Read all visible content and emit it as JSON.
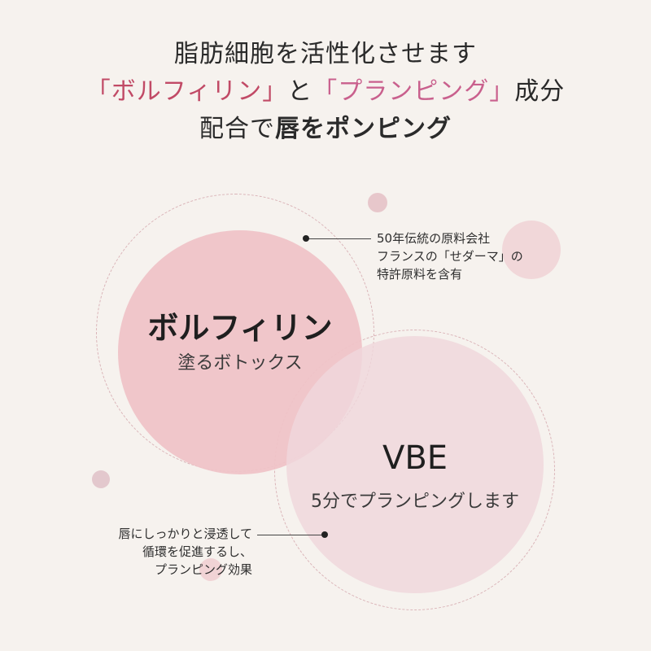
{
  "headline": {
    "line1": "脂肪細胞を活性化させます",
    "line2_part1": "「ボルフィリン」",
    "line2_part2": "と",
    "line2_part3": "「プランピング」",
    "line2_part4": "成分",
    "line3_part1": "配合で",
    "line3_part2": "唇をポンピング"
  },
  "ingredients": [
    {
      "name": "ボルフィリン",
      "description": "塗るボトックス"
    },
    {
      "name": "VBE",
      "description": "5分でプランピングします"
    }
  ],
  "notes": {
    "top_right": [
      "50年伝統の原料会社",
      "フランスの「せダーマ」の",
      "特許原料を含有"
    ],
    "bottom_left": [
      "唇にしっかりと浸透して",
      "循環を促進するし、",
      "プランピング効果"
    ]
  },
  "colors": {
    "accent_red": "#c14a66",
    "accent_pink": "#c9608d",
    "circle_1": "#efc3c7",
    "circle_2": "#efd7dc",
    "background": "#f6f2ee"
  }
}
